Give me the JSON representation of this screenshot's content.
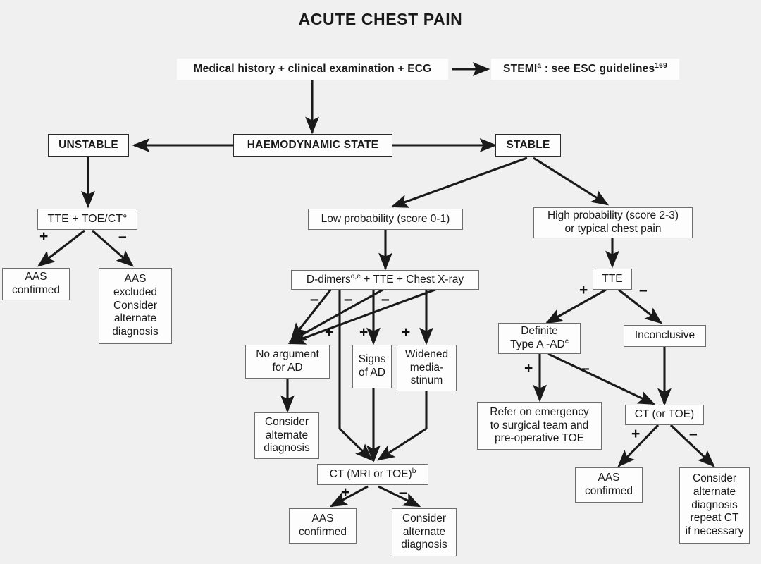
{
  "page": {
    "title": "ACUTE CHEST PAIN",
    "background_color": "#f0f0f0",
    "box_fill": "#fdfdfd",
    "line_color": "#1a1a1a"
  },
  "nodes": {
    "medical_history": "Medical history + clinical examination + ECG",
    "stemi": "STEMI",
    "stemi_sup_a": "a",
    "stemi_rest": " : see ESC guidelines",
    "stemi_sup_ref": "169",
    "haemodynamic_state": "HAEMODYNAMIC STATE",
    "unstable": "UNSTABLE",
    "stable": "STABLE",
    "tte_toe_ct": "TTE + TOE/CT°",
    "aas_confirmed_left": "AAS\nconfirmed",
    "aas_excluded": "AAS\nexcluded\nConsider\nalternate\ndiagnosis",
    "low_probability": "Low probability (score 0-1)",
    "high_probability": "High probability (score 2-3)\nor typical chest pain",
    "d_dimers_pre": "D-dimers",
    "d_dimers_sup": "d,e",
    "d_dimers_post": " + TTE + Chest X-ray",
    "no_argument_for_ad": "No argument\nfor AD",
    "signs_of_ad": "Signs\nof AD",
    "widened_mediastinum": "Widened\nmedia-\nstinum",
    "consider_alternate_mid": "Consider\nalternate\ndiagnosis",
    "ct_mri_or_toe_pre": "CT (MRI or TOE)",
    "ct_mri_or_toe_sup": "b",
    "aas_confirmed_mid": "AAS\nconfirmed",
    "consider_alternate_bottom": "Consider\nalternate\ndiagnosis",
    "tte": "TTE",
    "definite_type_a_pre": "Definite\nType A -AD",
    "definite_type_a_sup": "c",
    "inconclusive": "Inconclusive",
    "refer_on_emergency": "Refer on emergency\nto surgical team and\npre-operative TOE",
    "ct_or_toe": "CT (or TOE)",
    "aas_confirmed_right": "AAS\nconfirmed",
    "consider_alternate_right": "Consider\nalternate\ndiagnosis\nrepeat CT\nif necessary"
  },
  "signs": {
    "tte_toe_plus": "+",
    "tte_toe_minus": "–",
    "ddimer_minus_1": "–",
    "ddimer_minus_2": "–",
    "ddimer_minus_3": "–",
    "ddimer_plus_1": "+",
    "ddimer_plus_2": "+",
    "ddimer_plus_3": "+",
    "ct_mri_plus": "+",
    "ct_mri_minus": "–",
    "tte_plus": "+",
    "tte_minus": "–",
    "definite_plus": "+",
    "definite_minus": "–",
    "ct_toe_plus": "+",
    "ct_toe_minus": "–"
  }
}
